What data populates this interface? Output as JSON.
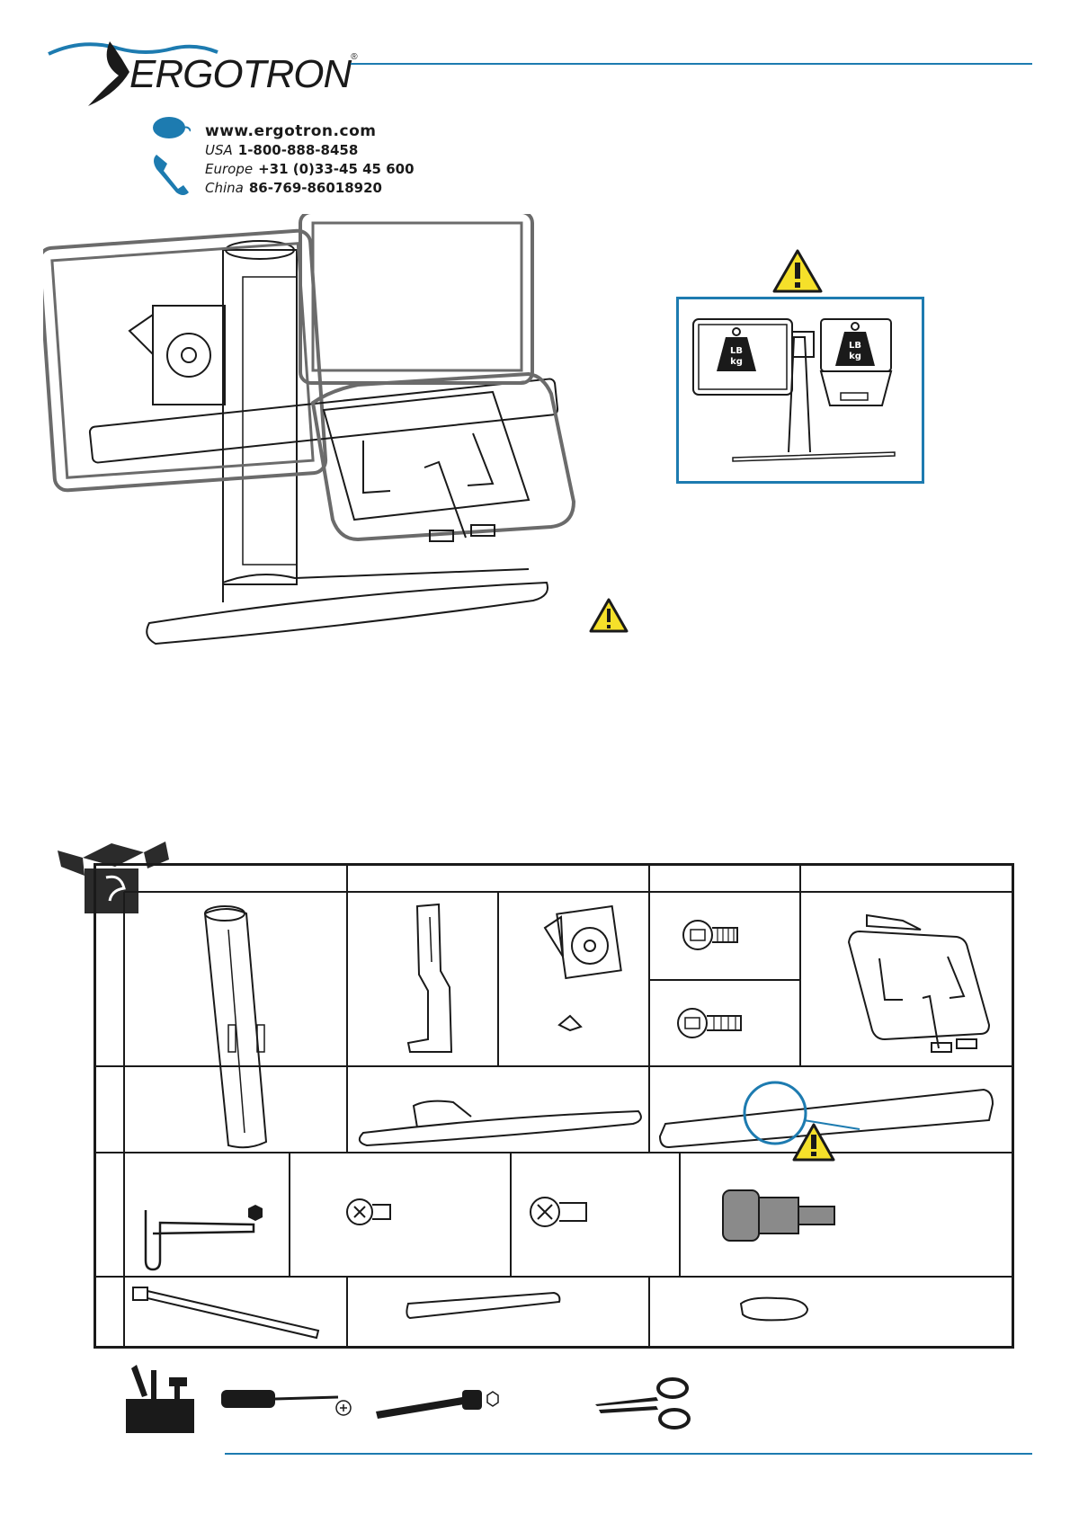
{
  "header": {
    "brand_name": "ERGOTRON",
    "registered_mark": "®",
    "website": "www.ergotron.com",
    "phones": [
      {
        "region": "USA",
        "number": "1-800-888-8458"
      },
      {
        "region": "Europe",
        "number": "+31 (0)33-45 45 600"
      },
      {
        "region": "China",
        "number": "86-769-86018920"
      }
    ]
  },
  "colors": {
    "accent_blue": "#1d7bb0",
    "warning_yellow": "#f5e02a",
    "frame_grey": "#6b6b6b"
  },
  "weight_badge": {
    "line1": "LB",
    "line2": "kg"
  },
  "icons": [
    "mouse-icon",
    "phone-icon",
    "warning-icon",
    "weight-icon",
    "parts-box-icon",
    "toolbox-icon",
    "screwdriver-icon",
    "socket-wrench-icon",
    "scissors-icon"
  ]
}
